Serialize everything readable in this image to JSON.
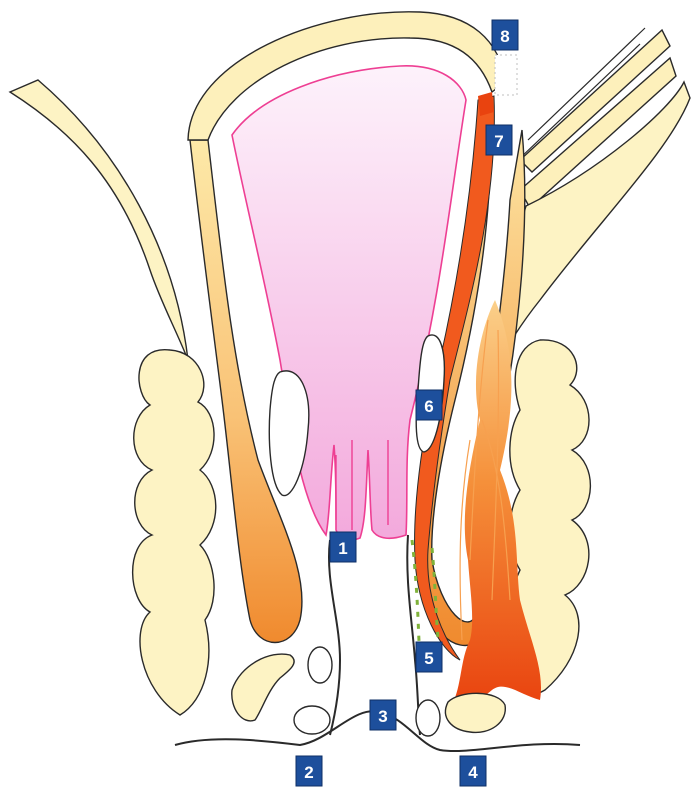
{
  "diagram": {
    "labels": [
      "1",
      "2",
      "3",
      "4",
      "5",
      "6",
      "7",
      "8"
    ],
    "colors": {
      "muscle_light": "#fdf3c4",
      "muscle_outline": "#2a2a2a",
      "mucosa_top": "#fdeefa",
      "mucosa_bottom": "#f3a9dc",
      "mucosa_outline": "#ee3f93",
      "gradient_orange_top": "#fde6a2",
      "gradient_orange_bottom": "#f08a2e",
      "fiber_orange": "#f15a1e",
      "fiber_dark": "#e9430f",
      "badge_fill": "#1d4f9c",
      "badge_text": "#ffffff",
      "dotted_green": "#7fb23a"
    }
  }
}
